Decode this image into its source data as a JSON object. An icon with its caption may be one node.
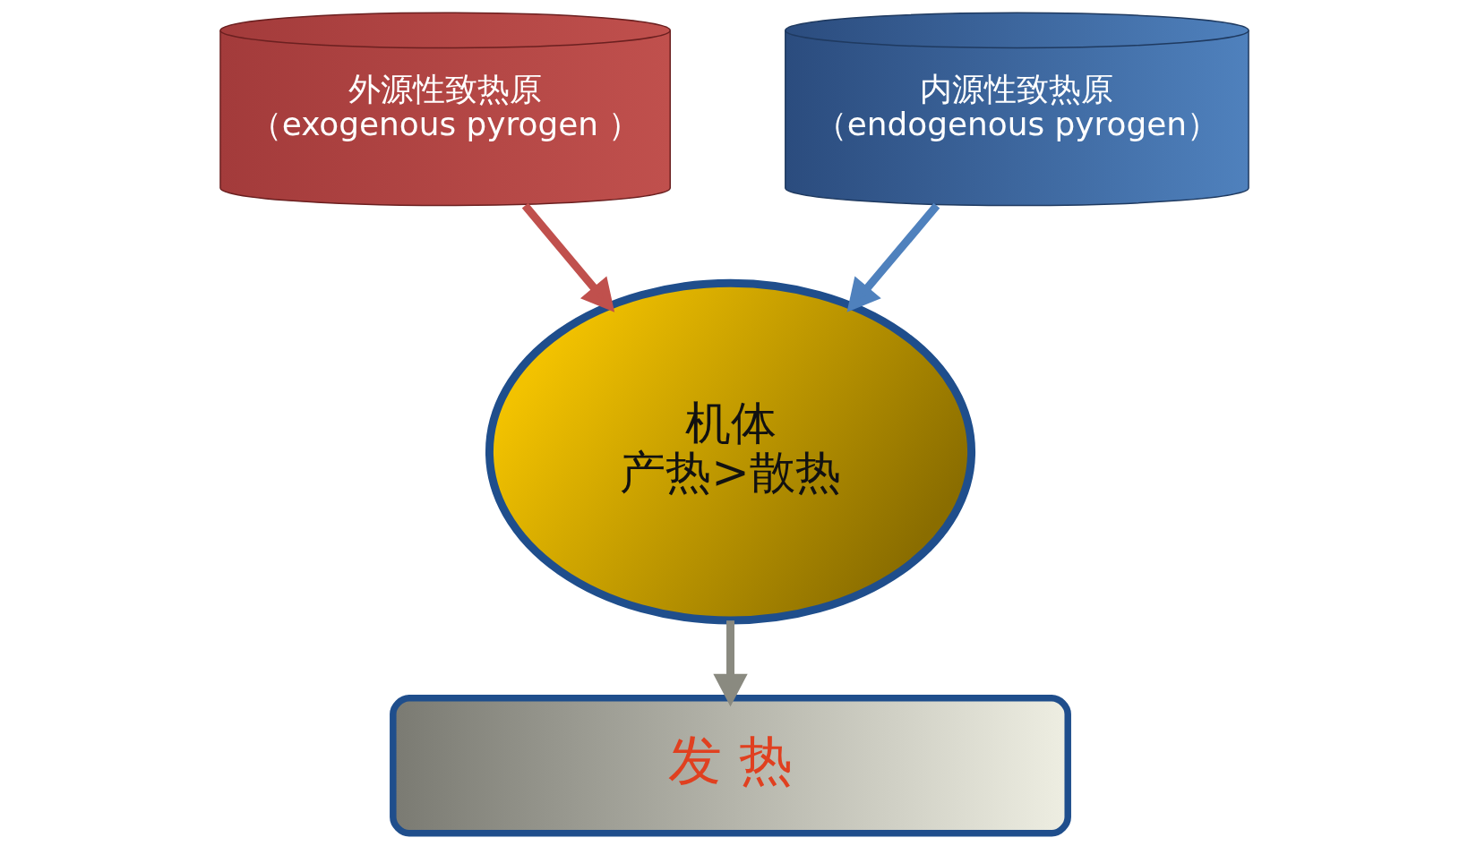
{
  "diagram": {
    "nodes": [
      {
        "text": [
          "外源性致热原",
          "（exogenous pyrogen ）"
        ]
      },
      {
        "text": [
          "机体",
          "产热>散热"
        ]
      },
      {
        "text": [
          "内源性致热原",
          "（endogenous pyrogen）"
        ]
      },
      {
        "text": [
          "发 热"
        ]
      }
    ],
    "edges": [
      {
        "from": 0,
        "to": 1,
        "arrow": "to",
        "color": "#c0504d"
      },
      {
        "from": 2,
        "to": 1,
        "arrow": "to",
        "color": "#4f81bd"
      },
      {
        "from": 1,
        "to": 3,
        "arrow": "to"
      }
    ]
  }
}
